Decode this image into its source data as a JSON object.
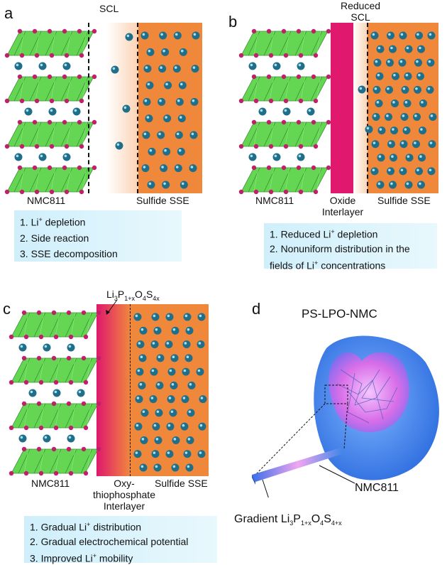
{
  "colors": {
    "sse": "#f0883c",
    "ion": "#1f6f8a",
    "octahedron": "#5dd44a",
    "oxygen": "#c0206a",
    "oxide": "#e0186e",
    "shell": "#3a86e8",
    "core": "#d96ee8"
  },
  "panel_a": {
    "letter": "a",
    "scl_label": "SCL",
    "cathode_label": "NMC811",
    "sse_label": "Sulfide SSE",
    "points": [
      {
        "text": "1. Li",
        "sup": "+",
        "rest": " depletion"
      },
      {
        "text": "2. Side reaction",
        "sup": "",
        "rest": ""
      },
      {
        "text": "3. SSE decomposition",
        "sup": "",
        "rest": ""
      }
    ]
  },
  "panel_b": {
    "letter": "b",
    "scl_label": "Reduced SCL",
    "cathode_label": "NMC811",
    "interlayer_label": "Oxide Interlayer",
    "sse_label": "Sulfide SSE",
    "points": [
      {
        "text": "1. Reduced Li",
        "sup": "+",
        "rest": " depletion"
      },
      {
        "text": "2. Nonuniform distribution in the fields of Li",
        "sup": "+",
        "rest": " concentrations"
      }
    ]
  },
  "panel_c": {
    "letter": "c",
    "formula_label": "Li3P1+xO4S4x",
    "cathode_label": "NMC811",
    "interlayer_label": "Oxy-thiophosphate Interlayer",
    "sse_label": "Sulfide SSE",
    "points": [
      {
        "text": "1. Gradual Li",
        "sup": "+",
        "rest": " distribution"
      },
      {
        "text": "2. Gradual electrochemical potential",
        "sup": "",
        "rest": ""
      },
      {
        "text": "3. Improved Li",
        "sup": "+",
        "rest": " mobility"
      }
    ]
  },
  "panel_d": {
    "letter": "d",
    "title": "PS-LPO-NMC",
    "core_label": "NMC811",
    "gradient_label": "Gradient Li3P1+xO4S4+x"
  }
}
